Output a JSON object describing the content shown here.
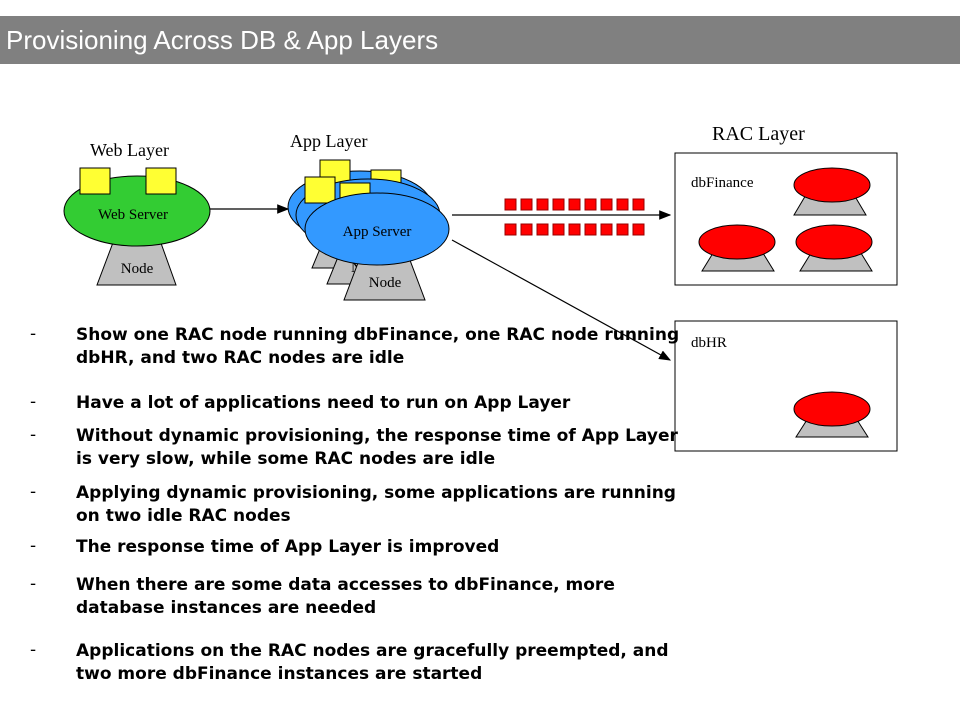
{
  "slide": {
    "title": "Provisioning Across DB & App Layers"
  },
  "diagram": {
    "web_layer_label": "Web Layer",
    "app_layer_label": "App Layer",
    "rac_layer_label": "RAC Layer",
    "web_server_label": "Web Server",
    "app_server_label": "App Server",
    "node_label": "Node",
    "db_finance_label": "dbFinance",
    "db_hr_label": "dbHR",
    "colors": {
      "server_green": "#33cc33",
      "server_blue": "#3399ff",
      "app_yellow": "#ffff33",
      "db_red": "#ff0000",
      "node_gray": "#c0c0c0",
      "title_bar": "#808080"
    }
  },
  "bullets": [
    {
      "dash": "-",
      "text": "Show one RAC node running dbFinance, one RAC node running dbHR, and two RAC nodes are idle"
    },
    {
      "dash": "-",
      "text": "Have a lot of applications need to run on App Layer"
    },
    {
      "dash": "-",
      "text": "Without dynamic provisioning, the response time of App Layer is very slow, while some RAC nodes are idle"
    },
    {
      "dash": "-",
      "text": "Applying dynamic provisioning, some applications are running on two idle RAC nodes"
    },
    {
      "dash": "-",
      "text": "The response time of App Layer is improved"
    },
    {
      "dash": "-",
      "text": "When there are some data accesses to dbFinance, more database instances are needed"
    },
    {
      "dash": "-",
      "text": "Applications on the RAC nodes are gracefully preempted, and two more dbFinance instances are started"
    }
  ]
}
